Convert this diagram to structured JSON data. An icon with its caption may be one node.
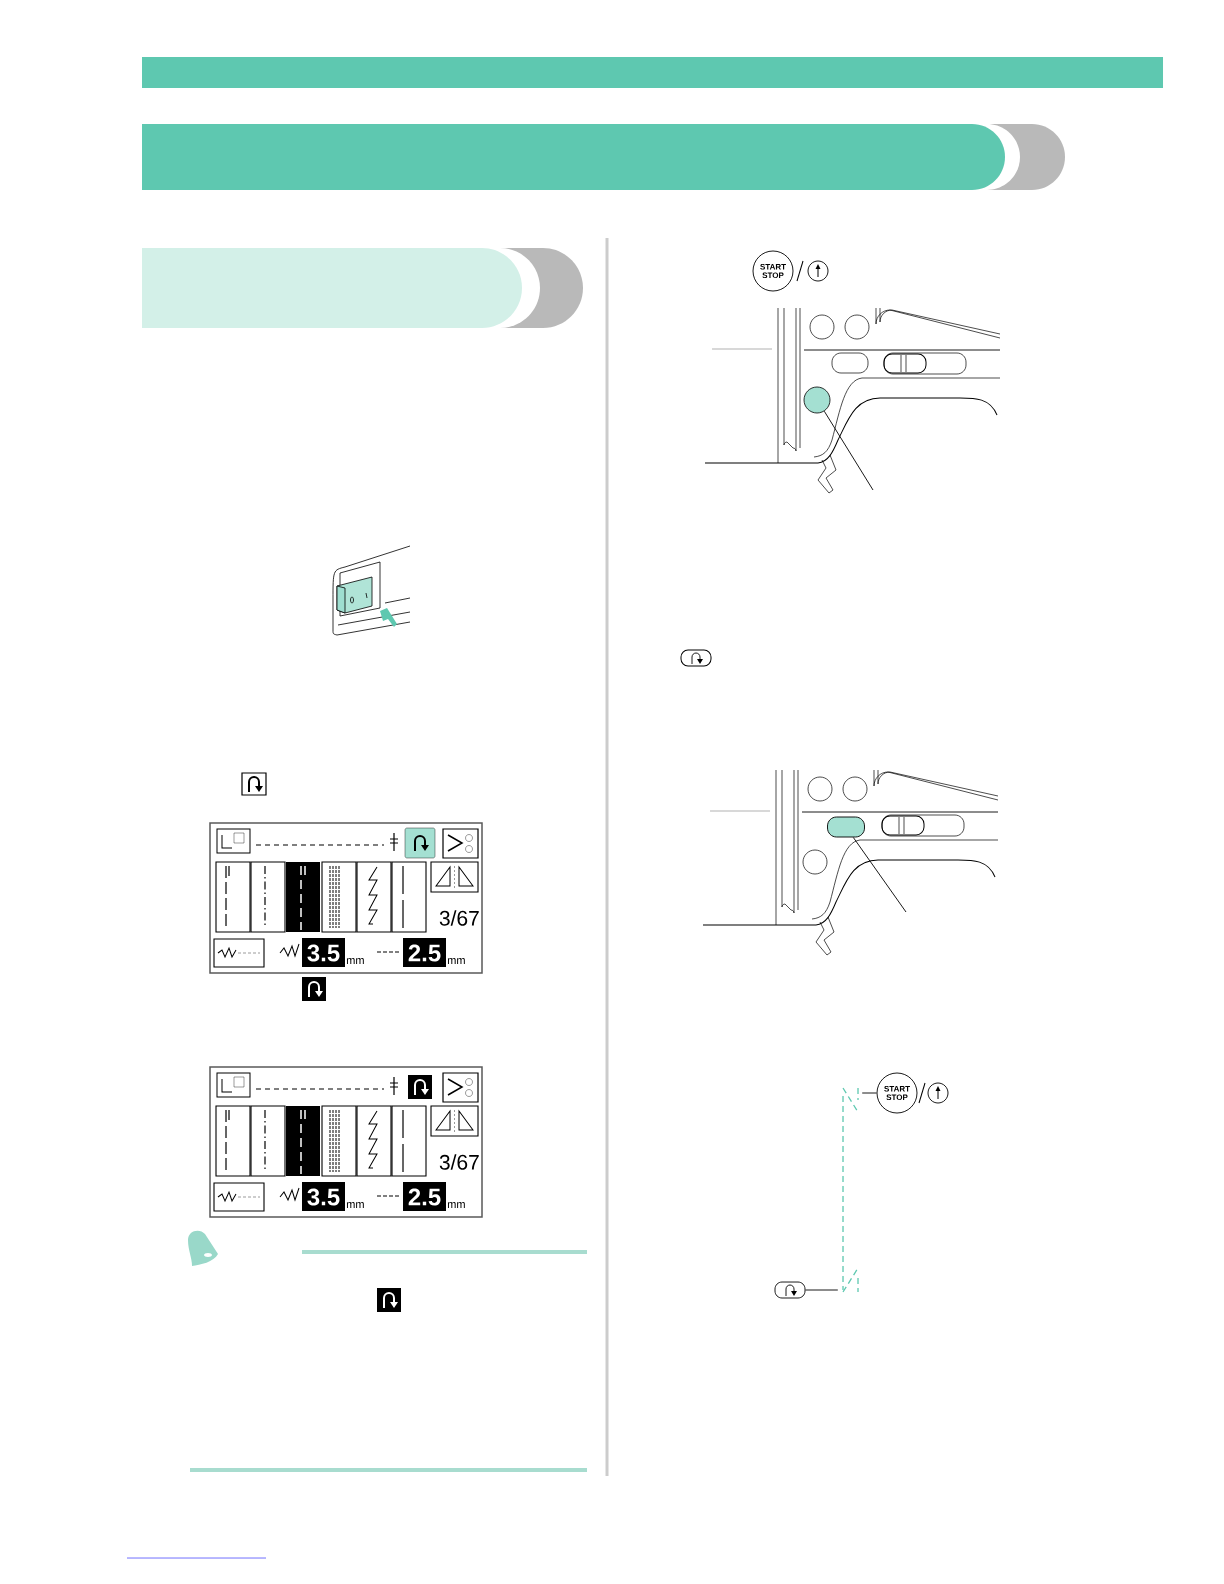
{
  "diagram": {
    "nodes": [
      {
        "text": [],
        "shape": "circle"
      },
      {
        "text": [],
        "shape": "box"
      },
      {
        "text": [
          "START STOP"
        ]
      },
      {
        "text": [],
        "shape": "box"
      },
      {
        "text": [],
        "shape": "line"
      }
    ],
    "edges": [
      {
        "from": 0,
        "to": null,
        "arrow": "none"
      },
      {
        "from": 1,
        "to": null,
        "arrow": "none"
      },
      {
        "from": 2,
        "to": 4,
        "arrow": "none"
      },
      {
        "from": 3,
        "to": 4,
        "arrow": "none"
      }
    ],
    "labels": [
      "START STOP",
      "3/67",
      "3.5",
      "mm",
      "2.5",
      "mm",
      "3/67",
      "3.5",
      "mm",
      "2.5",
      "mm"
    ]
  }
}
